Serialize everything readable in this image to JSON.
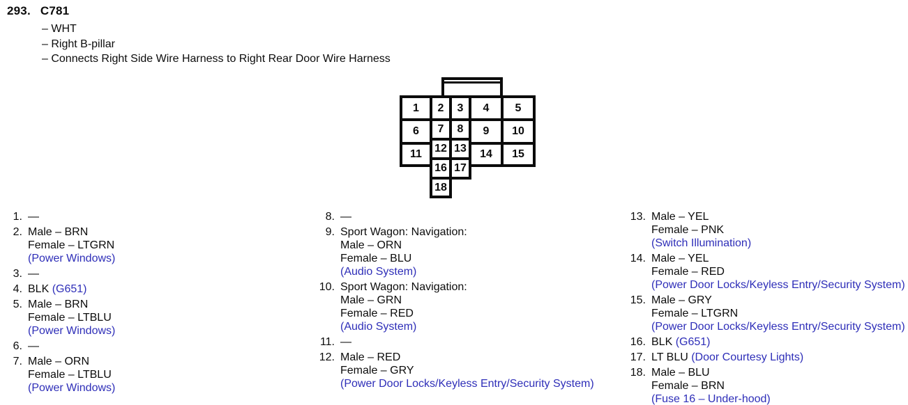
{
  "colors": {
    "circuit_blue": "#2e2eb8",
    "ink": "#0c0c0c"
  },
  "header": {
    "number": "293.",
    "code": "C781",
    "details": [
      "– WHT",
      "– Right B-pillar",
      "– Connects Right Side Wire Harness to Right Rear Door Wire Harness"
    ]
  },
  "connector": {
    "cells": [
      "1",
      "2",
      "3",
      "4",
      "5",
      "6",
      "7",
      "8",
      "9",
      "10",
      "11",
      "12",
      "13",
      "14",
      "15",
      "16",
      "17",
      "18"
    ]
  },
  "pin_columns": [
    {
      "pins": [
        {
          "num": "1.",
          "lines": [
            {
              "segments": [
                {
                  "text": "—",
                  "blue": false
                }
              ]
            }
          ]
        },
        {
          "num": "2.",
          "lines": [
            {
              "segments": [
                {
                  "text": "Male – BRN",
                  "blue": false
                }
              ]
            },
            {
              "segments": [
                {
                  "text": "Female – LTGRN",
                  "blue": false
                }
              ]
            },
            {
              "segments": [
                {
                  "text": "(Power Windows)",
                  "blue": true
                }
              ]
            }
          ]
        },
        {
          "num": "3.",
          "lines": [
            {
              "segments": [
                {
                  "text": "—",
                  "blue": false
                }
              ]
            }
          ]
        },
        {
          "num": "4.",
          "lines": [
            {
              "segments": [
                {
                  "text": "BLK ",
                  "blue": false
                },
                {
                  "text": "(G651)",
                  "blue": true
                }
              ]
            }
          ]
        },
        {
          "num": "5.",
          "lines": [
            {
              "segments": [
                {
                  "text": "Male – BRN",
                  "blue": false
                }
              ]
            },
            {
              "segments": [
                {
                  "text": "Female – LTBLU",
                  "blue": false
                }
              ]
            },
            {
              "segments": [
                {
                  "text": "(Power Windows)",
                  "blue": true
                }
              ]
            }
          ]
        },
        {
          "num": "6.",
          "lines": [
            {
              "segments": [
                {
                  "text": "—",
                  "blue": false
                }
              ]
            }
          ]
        },
        {
          "num": "7.",
          "lines": [
            {
              "segments": [
                {
                  "text": "Male – ORN",
                  "blue": false
                }
              ]
            },
            {
              "segments": [
                {
                  "text": "Female – LTBLU",
                  "blue": false
                }
              ]
            },
            {
              "segments": [
                {
                  "text": "(Power Windows)",
                  "blue": true
                }
              ]
            }
          ]
        }
      ]
    },
    {
      "pins": [
        {
          "num": "8.",
          "lines": [
            {
              "segments": [
                {
                  "text": "—",
                  "blue": false
                }
              ]
            }
          ]
        },
        {
          "num": "9.",
          "lines": [
            {
              "segments": [
                {
                  "text": "Sport Wagon: Navigation:",
                  "blue": false
                }
              ]
            },
            {
              "segments": [
                {
                  "text": "Male – ORN",
                  "blue": false
                }
              ]
            },
            {
              "segments": [
                {
                  "text": "Female – BLU",
                  "blue": false
                }
              ]
            },
            {
              "segments": [
                {
                  "text": "(Audio System)",
                  "blue": true
                }
              ]
            }
          ]
        },
        {
          "num": "10.",
          "lines": [
            {
              "segments": [
                {
                  "text": "Sport Wagon: Navigation:",
                  "blue": false
                }
              ]
            },
            {
              "segments": [
                {
                  "text": "Male – GRN",
                  "blue": false
                }
              ]
            },
            {
              "segments": [
                {
                  "text": "Female – RED",
                  "blue": false
                }
              ]
            },
            {
              "segments": [
                {
                  "text": "(Audio System)",
                  "blue": true
                }
              ]
            }
          ]
        },
        {
          "num": "11.",
          "lines": [
            {
              "segments": [
                {
                  "text": "—",
                  "blue": false
                }
              ]
            }
          ]
        },
        {
          "num": "12.",
          "lines": [
            {
              "segments": [
                {
                  "text": "Male – RED",
                  "blue": false
                }
              ]
            },
            {
              "segments": [
                {
                  "text": "Female – GRY",
                  "blue": false
                }
              ]
            },
            {
              "segments": [
                {
                  "text": "(Power Door Locks/Keyless Entry/Security System)",
                  "blue": true
                }
              ]
            }
          ]
        }
      ]
    },
    {
      "pins": [
        {
          "num": "13.",
          "lines": [
            {
              "segments": [
                {
                  "text": "Male – YEL",
                  "blue": false
                }
              ]
            },
            {
              "segments": [
                {
                  "text": "Female – PNK",
                  "blue": false
                }
              ]
            },
            {
              "segments": [
                {
                  "text": "(Switch Illumination)",
                  "blue": true
                }
              ]
            }
          ]
        },
        {
          "num": "14.",
          "lines": [
            {
              "segments": [
                {
                  "text": "Male – YEL",
                  "blue": false
                }
              ]
            },
            {
              "segments": [
                {
                  "text": "Female – RED",
                  "blue": false
                }
              ]
            },
            {
              "segments": [
                {
                  "text": "(Power Door Locks/Keyless Entry/Security System)",
                  "blue": true
                }
              ]
            }
          ]
        },
        {
          "num": "15.",
          "lines": [
            {
              "segments": [
                {
                  "text": "Male – GRY",
                  "blue": false
                }
              ]
            },
            {
              "segments": [
                {
                  "text": "Female – LTGRN",
                  "blue": false
                }
              ]
            },
            {
              "segments": [
                {
                  "text": "(Power Door Locks/Keyless Entry/Security System)",
                  "blue": true
                }
              ]
            }
          ]
        },
        {
          "num": "16.",
          "lines": [
            {
              "segments": [
                {
                  "text": "BLK ",
                  "blue": false
                },
                {
                  "text": "(G651)",
                  "blue": true
                }
              ]
            }
          ]
        },
        {
          "num": "17.",
          "lines": [
            {
              "segments": [
                {
                  "text": "LT BLU ",
                  "blue": false
                },
                {
                  "text": "(Door Courtesy Lights)",
                  "blue": true
                }
              ]
            }
          ]
        },
        {
          "num": "18.",
          "lines": [
            {
              "segments": [
                {
                  "text": "Male – BLU",
                  "blue": false
                }
              ]
            },
            {
              "segments": [
                {
                  "text": "Female – BRN",
                  "blue": false
                }
              ]
            },
            {
              "segments": [
                {
                  "text": "(Fuse 16 – Under-hood)",
                  "blue": true
                }
              ]
            }
          ]
        }
      ]
    }
  ]
}
